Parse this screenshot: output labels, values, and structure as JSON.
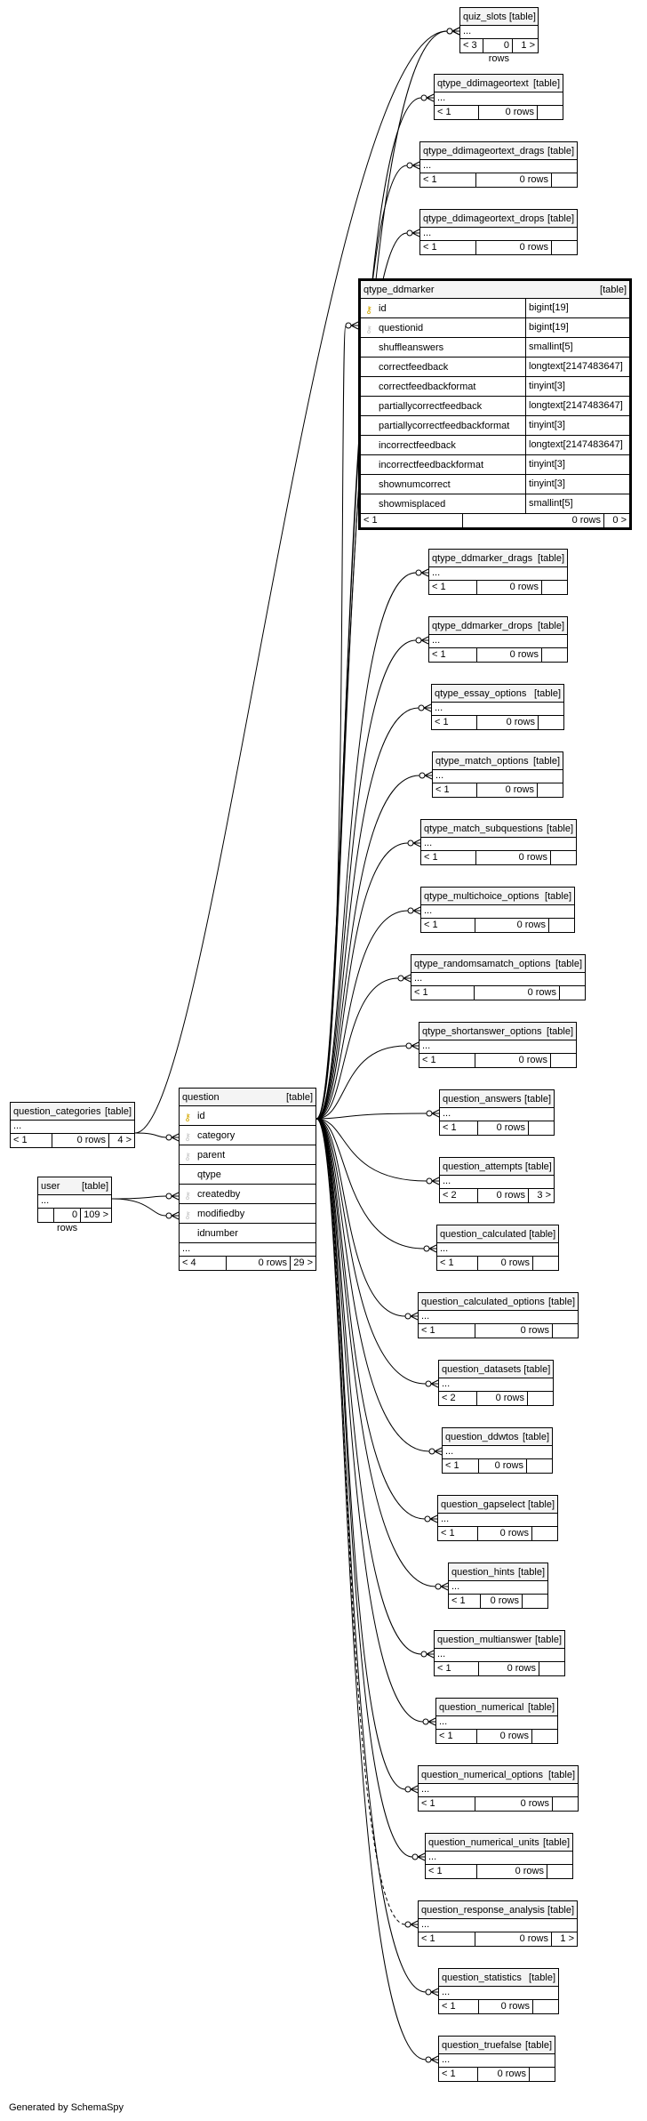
{
  "footer_text": "Generated by SchemaSpy",
  "kind_label": "[table]",
  "ellipsis": "...",
  "tables": {
    "quiz_slots": {
      "name": "quiz_slots",
      "parents": "< 3",
      "rows": "0 rows",
      "children": "1 >"
    },
    "qtype_ddimageortext": {
      "name": "qtype_ddimageortext",
      "parents": "< 1",
      "rows": "0 rows",
      "children": ""
    },
    "qtype_ddimageortext_drags": {
      "name": "qtype_ddimageortext_drags",
      "parents": "< 1",
      "rows": "0 rows",
      "children": ""
    },
    "qtype_ddimageortext_drops": {
      "name": "qtype_ddimageortext_drops",
      "parents": "< 1",
      "rows": "0 rows",
      "children": ""
    },
    "qtype_ddmarker": {
      "name": "qtype_ddmarker",
      "parents": "< 1",
      "rows": "0 rows",
      "children": "0 >",
      "columns": [
        {
          "name": "id",
          "type": "bigint[19]"
        },
        {
          "name": "questionid",
          "type": "bigint[19]"
        },
        {
          "name": "shuffleanswers",
          "type": "smallint[5]"
        },
        {
          "name": "correctfeedback",
          "type": "longtext[2147483647]"
        },
        {
          "name": "correctfeedbackformat",
          "type": "tinyint[3]"
        },
        {
          "name": "partiallycorrectfeedback",
          "type": "longtext[2147483647]"
        },
        {
          "name": "partiallycorrectfeedbackformat",
          "type": "tinyint[3]"
        },
        {
          "name": "incorrectfeedback",
          "type": "longtext[2147483647]"
        },
        {
          "name": "incorrectfeedbackformat",
          "type": "tinyint[3]"
        },
        {
          "name": "shownumcorrect",
          "type": "tinyint[3]"
        },
        {
          "name": "showmisplaced",
          "type": "smallint[5]"
        }
      ]
    },
    "qtype_ddmarker_drags": {
      "name": "qtype_ddmarker_drags",
      "parents": "< 1",
      "rows": "0 rows",
      "children": ""
    },
    "qtype_ddmarker_drops": {
      "name": "qtype_ddmarker_drops",
      "parents": "< 1",
      "rows": "0 rows",
      "children": ""
    },
    "qtype_essay_options": {
      "name": "qtype_essay_options",
      "parents": "< 1",
      "rows": "0 rows",
      "children": ""
    },
    "qtype_match_options": {
      "name": "qtype_match_options",
      "parents": "< 1",
      "rows": "0 rows",
      "children": ""
    },
    "qtype_match_subquestions": {
      "name": "qtype_match_subquestions",
      "parents": "< 1",
      "rows": "0 rows",
      "children": ""
    },
    "qtype_multichoice_options": {
      "name": "qtype_multichoice_options",
      "parents": "< 1",
      "rows": "0 rows",
      "children": ""
    },
    "qtype_randomsamatch_options": {
      "name": "qtype_randomsamatch_options",
      "parents": "< 1",
      "rows": "0 rows",
      "children": ""
    },
    "qtype_shortanswer_options": {
      "name": "qtype_shortanswer_options",
      "parents": "< 1",
      "rows": "0 rows",
      "children": ""
    },
    "question_answers": {
      "name": "question_answers",
      "parents": "< 1",
      "rows": "0 rows",
      "children": ""
    },
    "question_attempts": {
      "name": "question_attempts",
      "parents": "< 2",
      "rows": "0 rows",
      "children": "3 >"
    },
    "question_calculated": {
      "name": "question_calculated",
      "parents": "< 1",
      "rows": "0 rows",
      "children": ""
    },
    "question_calculated_options": {
      "name": "question_calculated_options",
      "parents": "< 1",
      "rows": "0 rows",
      "children": ""
    },
    "question_datasets": {
      "name": "question_datasets",
      "parents": "< 2",
      "rows": "0 rows",
      "children": ""
    },
    "question_ddwtos": {
      "name": "question_ddwtos",
      "parents": "< 1",
      "rows": "0 rows",
      "children": ""
    },
    "question_gapselect": {
      "name": "question_gapselect",
      "parents": "< 1",
      "rows": "0 rows",
      "children": ""
    },
    "question_hints": {
      "name": "question_hints",
      "parents": "< 1",
      "rows": "0 rows",
      "children": ""
    },
    "question_multianswer": {
      "name": "question_multianswer",
      "parents": "< 1",
      "rows": "0 rows",
      "children": ""
    },
    "question_numerical": {
      "name": "question_numerical",
      "parents": "< 1",
      "rows": "0 rows",
      "children": ""
    },
    "question_numerical_options": {
      "name": "question_numerical_options",
      "parents": "< 1",
      "rows": "0 rows",
      "children": ""
    },
    "question_numerical_units": {
      "name": "question_numerical_units",
      "parents": "< 1",
      "rows": "0 rows",
      "children": ""
    },
    "question_response_analysis": {
      "name": "question_response_analysis",
      "parents": "< 1",
      "rows": "0 rows",
      "children": "1 >"
    },
    "question_statistics": {
      "name": "question_statistics",
      "parents": "< 1",
      "rows": "0 rows",
      "children": ""
    },
    "question_truefalse": {
      "name": "question_truefalse",
      "parents": "< 1",
      "rows": "0 rows",
      "children": ""
    },
    "question_categories": {
      "name": "question_categories",
      "parents": "< 1",
      "rows": "0 rows",
      "children": "4 >"
    },
    "user": {
      "name": "user",
      "parents": "",
      "rows": "0 rows",
      "children": "109 >"
    },
    "question": {
      "name": "question",
      "parents": "< 4",
      "rows": "0 rows",
      "children": "29 >",
      "columns": [
        {
          "name": "id"
        },
        {
          "name": "category"
        },
        {
          "name": "parent"
        },
        {
          "name": "qtype"
        },
        {
          "name": "createdby"
        },
        {
          "name": "modifiedby"
        },
        {
          "name": "idnumber"
        }
      ]
    }
  }
}
